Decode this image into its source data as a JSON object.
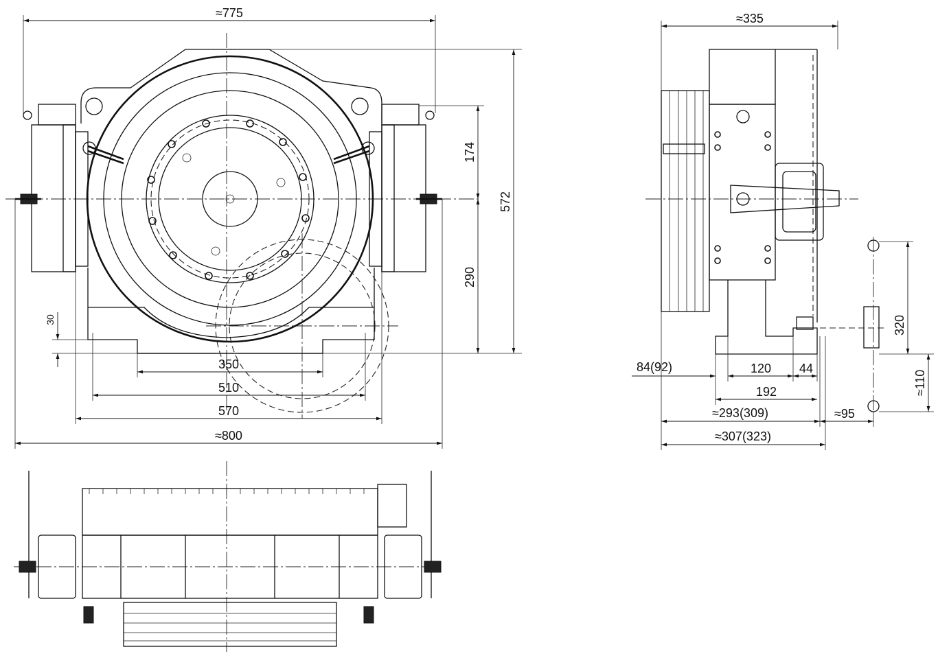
{
  "drawing": {
    "front_view": {
      "width_top": "≈775",
      "height_total": "572",
      "upper_height": "174",
      "lower_height": "290",
      "base_height": "30",
      "dim_350": "350",
      "dim_510": "510",
      "dim_570": "570",
      "width_total": "≈800"
    },
    "side_view": {
      "width_top": "≈335",
      "left_offset": "84(92)",
      "dim_120": "120",
      "dim_44": "44",
      "dim_192": "192",
      "depth_293": "≈293(309)",
      "depth_307": "≈307(323)",
      "dim_95": "≈95",
      "dim_320": "320",
      "dim_110": "≈110"
    }
  }
}
